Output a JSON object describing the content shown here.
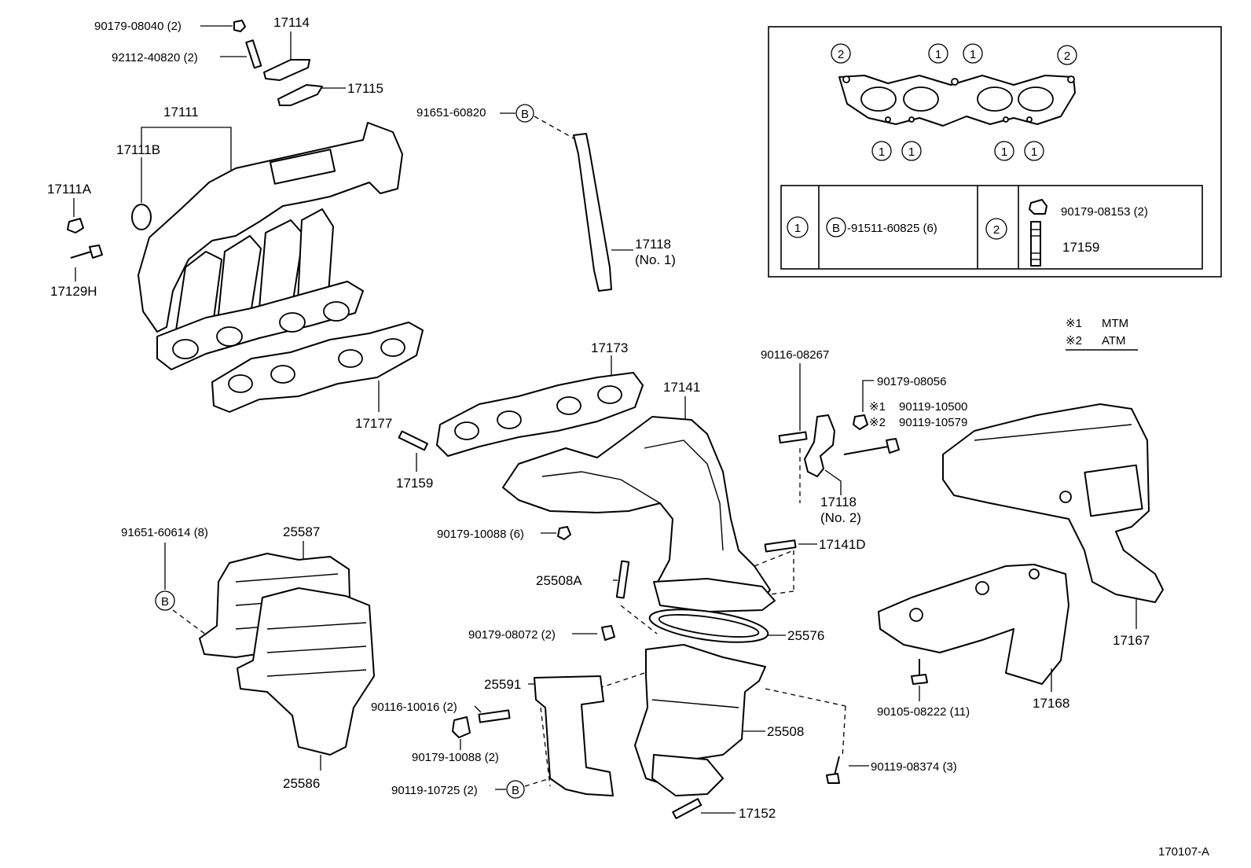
{
  "diagram_id": "170107-A",
  "labels": {
    "p90179_08040": "90179-08040 (2)",
    "p17114": "17114",
    "p92112_40820": "92112-40820 (2)",
    "p17115": "17115",
    "p17111": "17111",
    "p17111B": "17111B",
    "p17111A": "17111A",
    "p17129H": "17129H",
    "p91651_60820": "91651-60820",
    "p17118_no1": "17118",
    "p17118_no1_sub": "(No. 1)",
    "p17177": "17177",
    "p17159": "17159",
    "p17173": "17173",
    "p17141": "17141",
    "p90116_08267": "90116-08267",
    "p90179_08056": "90179-08056",
    "p90119_10500": "90119-10500",
    "p90119_10579": "90119-10579",
    "p17118_no2": "17118",
    "p17118_no2_sub": "(No. 2)",
    "p17141D": "17141D",
    "p91651_60614": "91651-60614 (8)",
    "p25587": "25587",
    "p90179_10088_6": "90179-10088 (6)",
    "p25508A": "25508A",
    "p90179_08072": "90179-08072 (2)",
    "p25576": "25576",
    "p25591": "25591",
    "p90116_10016": "90116-10016 (2)",
    "p90179_10088_2": "90179-10088 (2)",
    "p90119_10725": "90119-10725 (2)",
    "p25508": "25508",
    "p90119_08374": "90119-08374 (3)",
    "p17152": "17152",
    "p25586": "25586",
    "p17167": "17167",
    "p90105_08222": "90105-08222 (11)",
    "p17168": "17168"
  },
  "callouts": {
    "b": "B",
    "one": "1",
    "two": "2"
  },
  "notes": {
    "mark1": "※1",
    "mtm": "MTM",
    "mark2": "※2",
    "atm": "ATM"
  },
  "legend_box": {
    "row1_part": "-91511-60825 (6)",
    "row2_nut": "90179-08153 (2)",
    "row2_stud": "17159"
  }
}
